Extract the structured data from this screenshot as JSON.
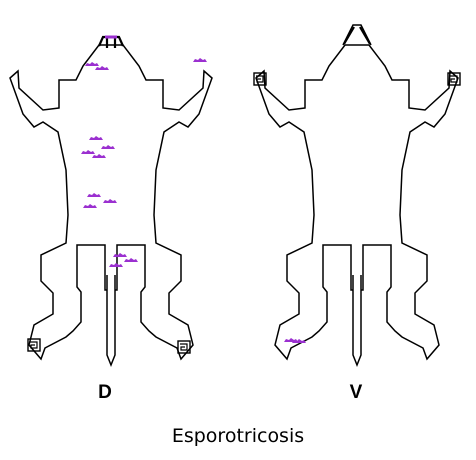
{
  "views": {
    "dorsal_label": "D",
    "ventral_label": "V"
  },
  "caption": "Esporotricosis",
  "colors": {
    "lesion": "#9b30d0",
    "outline": "#000000",
    "background": "#ffffff"
  }
}
